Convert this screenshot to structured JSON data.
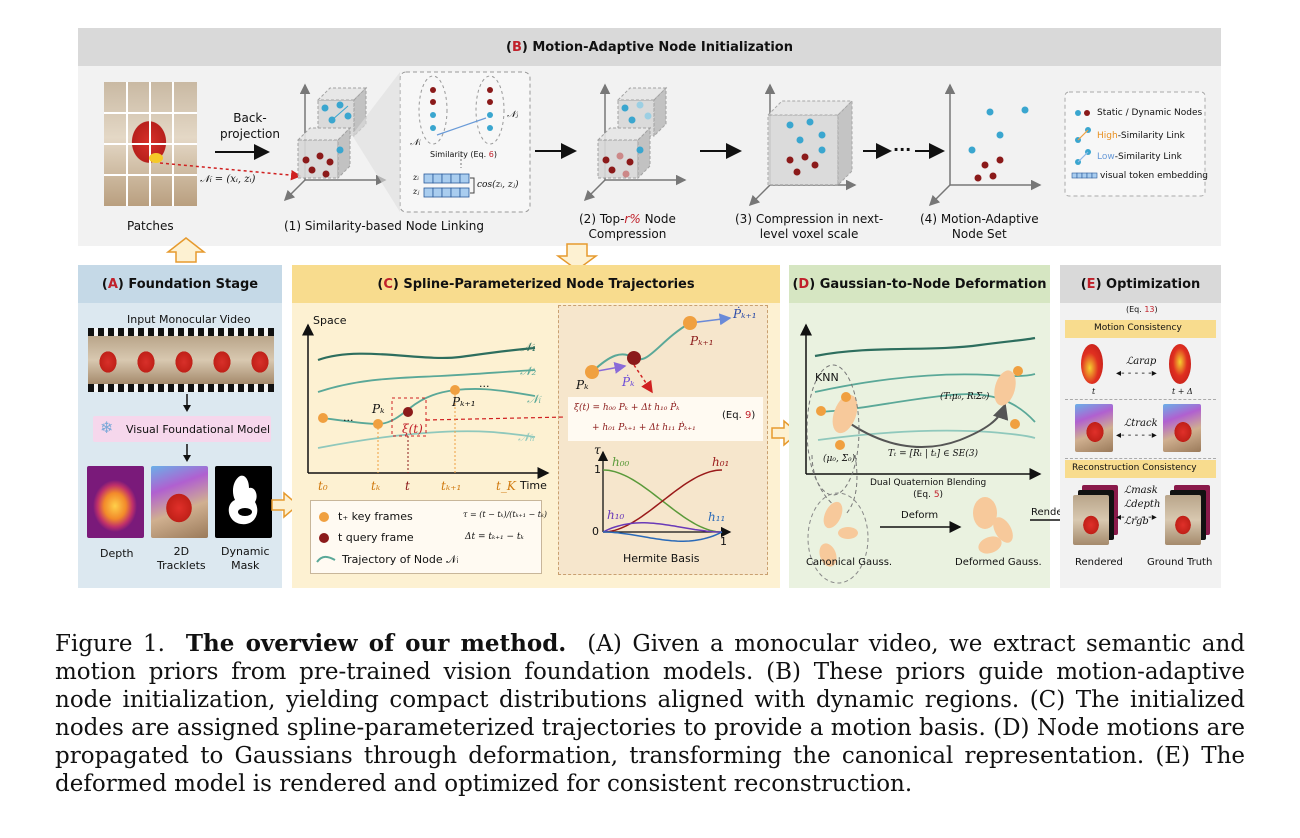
{
  "panel_b": {
    "title_letter": "B",
    "title_rest": "Motion-Adaptive Node Initialization",
    "patches_label": "Patches",
    "backprojection_label": "Back-\nprojection",
    "node_formula": "𝒩ᵢ = (xᵢ, zᵢ)",
    "node_i": "𝒩ᵢ",
    "node_j": "𝒩ⱼ",
    "similarity_prefix": "Similarity (Eq. ",
    "similarity_eq": "6",
    "similarity_suffix": ")",
    "zi": "zᵢ",
    "zj": "zⱼ",
    "cos_formula": "cos(zᵢ, zⱼ)",
    "step1": "(1) Similarity-based Node Linking",
    "step2_pre": "(2) Top-",
    "step2_r": "r%",
    "step2_post": " Node",
    "step2_line2": "Compression",
    "step3_line1": "(3) Compression in next-",
    "step3_line2": "level voxel scale",
    "step4_line1": "(4) Motion-Adaptive",
    "step4_line2": "Node Set",
    "dots": "···",
    "legend": {
      "nodes": "Static / Dynamic Nodes",
      "high_pre": "High",
      "high_post": "-Similarity Link",
      "low_pre": "Low",
      "low_post": "-Similarity Link",
      "token": "visual token embedding"
    }
  },
  "panel_a": {
    "title_letter": "A",
    "title_rest": "Foundation Stage",
    "input_label": "Input Monocular Video",
    "model_label": "Visual Foundational Model",
    "depth": "Depth",
    "tracklets_1": "2D",
    "tracklets_2": "Tracklets",
    "mask_1": "Dynamic",
    "mask_2": "Mask"
  },
  "panel_c": {
    "title_letter": "C",
    "title_rest": "Spline-Parameterized Node Trajectories",
    "space": "Space",
    "time": "Time",
    "n1": "𝒩₁",
    "n2": "𝒩₂",
    "ni": "𝒩ᵢ",
    "nn": "𝒩ₙ",
    "pk": "Pₖ",
    "pk1": "Pₖ₊₁",
    "xi": "ξ(t)",
    "ticks": [
      "t₀",
      "tₖ",
      "t",
      "tₖ₊₁",
      "t_K"
    ],
    "legend_key": "t₊  key frames",
    "legend_query": "t   query frame",
    "legend_traj": "Trajectory of Node 𝒩ᵢ",
    "tau_formula": "τ = (t − tₖ)/(tₖ₊₁ − tₖ)",
    "dt_formula": "Δt = tₖ₊₁ − tₖ",
    "zoom_pk": "Pₖ",
    "zoom_pk1": "Pₖ₊₁",
    "zoom_pkdot": "Ṗₖ",
    "zoom_pk1dot": "Ṗₖ₊₁",
    "eq_line1": "ξ(t) = h₀₀ Pₖ + Δt h₁₀ Ṗₖ",
    "eq_line2": "+ h₀₁ Pₖ₊₁ + Δt h₁₁ Ṗₖ₊₁",
    "eq_ref_pre": "(Eq. ",
    "eq_ref_num": "9",
    "eq_ref_post": ")",
    "tau": "τ",
    "h00": "h₀₀",
    "h01": "h₀₁",
    "h10": "h₁₀",
    "h11": "h₁₁",
    "one_y": "1",
    "zero": "0",
    "one_x": "1",
    "hermite": "Hermite Basis"
  },
  "panel_d": {
    "title_letter": "D",
    "title_rest": "Gaussian-to-Node Deformation",
    "knn": "KNN",
    "mu0": "(μ₀, Σ₀)",
    "transformed": "(Tₜμ₀, RₜΣ₀)",
    "tt_formula": "Tₜ = [Rₜ | tₜ] ∈ SE(3)",
    "dqb_line1": "Dual Quaternion Blending",
    "dqb_line2_pre": "(Eq. ",
    "dqb_eq": "5",
    "dqb_line2_post": ")",
    "deform": "Deform",
    "render": "Render",
    "canonical": "Canonical Gauss.",
    "deformed": "Deformed Gauss."
  },
  "panel_e": {
    "title_letter": "E",
    "title_rest": "Optimization",
    "eq_pre": "(Eq. ",
    "eq_num": "13",
    "eq_post": ")",
    "motion_consistency": "Motion Consistency",
    "l_arap": "ℒarap",
    "t_label": "t",
    "tdelta_label": "t + Δ",
    "l_track": "ℒtrack",
    "recon_consistency": "Reconstruction Consistency",
    "l_mask": "ℒmask",
    "l_depth": "ℒdepth",
    "l_rgb": "ℒrgb",
    "rendered": "Rendered",
    "ground_truth": "Ground Truth"
  },
  "caption": {
    "fig": "Figure 1.",
    "bold": "The overview of our method.",
    "text": "(A) Given a monocular video, we extract semantic and motion priors from pre-trained vision foundation models. (B) These priors guide motion-adaptive node initialization, yielding compact distributions aligned with dynamic regions. (C) The initialized nodes are assigned spline-parameterized trajectories to provide a motion basis. (D) Node motions are propagated to Gaussians through deformation, transforming the canonical representation. (E) The deformed model is rendered and optimized for consistent reconstruction."
  },
  "colors": {
    "red_letter": "#c0202a",
    "static_node": "#3aa6cf",
    "dynamic_node": "#8b1a1a",
    "orange": "#f0a040",
    "panel_b_bg": "#f2f2f2",
    "panel_b_hdr": "#d9d9d9",
    "panel_a_bg": "#dce8f0",
    "panel_a_hdr": "#c5d9e7",
    "panel_c_bg": "#fdf1d2",
    "panel_c_hdr": "#f8dc8e",
    "panel_d_bg": "#eaf2e0",
    "panel_d_hdr": "#d6e6c2",
    "panel_e_bg": "#f2f2f2",
    "panel_e_hdr": "#d9d9d9"
  }
}
